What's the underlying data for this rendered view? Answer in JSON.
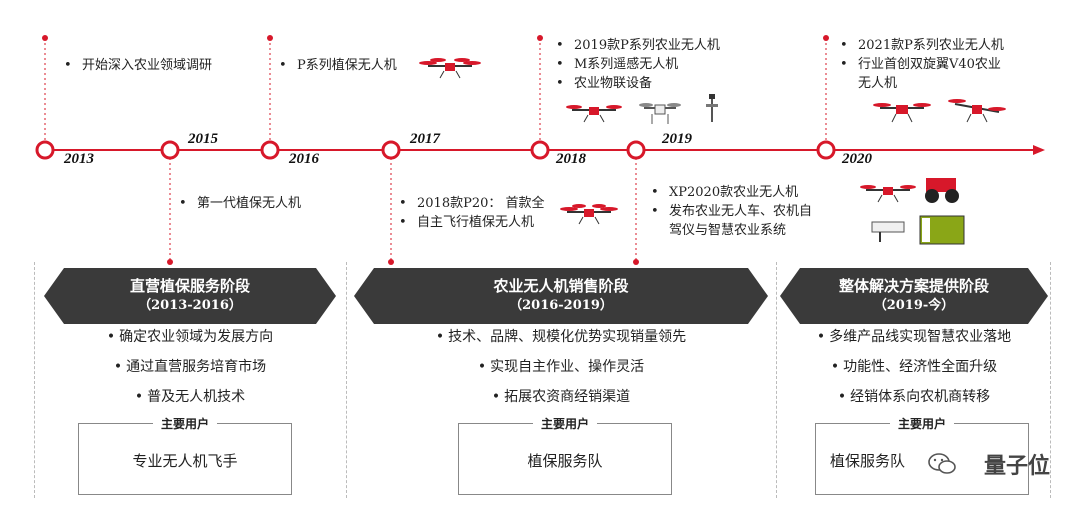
{
  "timeline": {
    "years": [
      {
        "label": "2013",
        "id": "y2013"
      },
      {
        "label": "2015",
        "id": "y2015"
      },
      {
        "label": "2016",
        "id": "y2016"
      },
      {
        "label": "2017",
        "id": "y2017"
      },
      {
        "label": "2018",
        "id": "y2018"
      },
      {
        "label": "2019",
        "id": "y2019"
      },
      {
        "label": "2020",
        "id": "y2020"
      }
    ],
    "events": {
      "e2013": [
        "开始深入农业领域调研"
      ],
      "e2015": [
        "第一代植保无人机"
      ],
      "e2016": [
        "P系列植保无人机"
      ],
      "e2017": [
        "2018款P20：  首款全",
        "自主飞行植保无人机"
      ],
      "e2018": [
        "2019款P系列农业无人机",
        "M系列遥感无人机",
        "农业物联设备"
      ],
      "e2019": [
        "XP2020款农业无人机",
        "发布农业无人车、农机自",
        "驾仪与智慧农业系统"
      ],
      "e2020": [
        "2021款P系列农业无人机",
        "行业首创双旋翼V40农业",
        "无人机"
      ]
    }
  },
  "stages": [
    {
      "title": "直营植保服务阶段",
      "period": "（2013-2016）",
      "bullets": [
        "确定农业领域为发展方向",
        "通过直营服务培育市场",
        "普及无人机技术"
      ],
      "user_label": "主要用户",
      "user_value": "专业无人机飞手"
    },
    {
      "title": "农业无人机销售阶段",
      "period": "（2016-2019）",
      "bullets": [
        "技术、品牌、规模化优势实现销量领先",
        "实现自主作业、操作灵活",
        "拓展农资商经销渠道"
      ],
      "user_label": "主要用户",
      "user_value": "植保服务队"
    },
    {
      "title": "整体解决方案提供阶段",
      "period": "（2019-今）",
      "bullets": [
        "多维产品线实现智慧农业落地",
        "功能性、经济性全面升级",
        "经销体系向农机商转移"
      ],
      "user_label": "主要用户",
      "user_value": "植保服务队"
    }
  ],
  "watermark": "量子位",
  "colors": {
    "accent": "#d7182a",
    "banner": "#3a3a3a"
  },
  "icons": [
    "drone-icon",
    "wechat-icon"
  ]
}
